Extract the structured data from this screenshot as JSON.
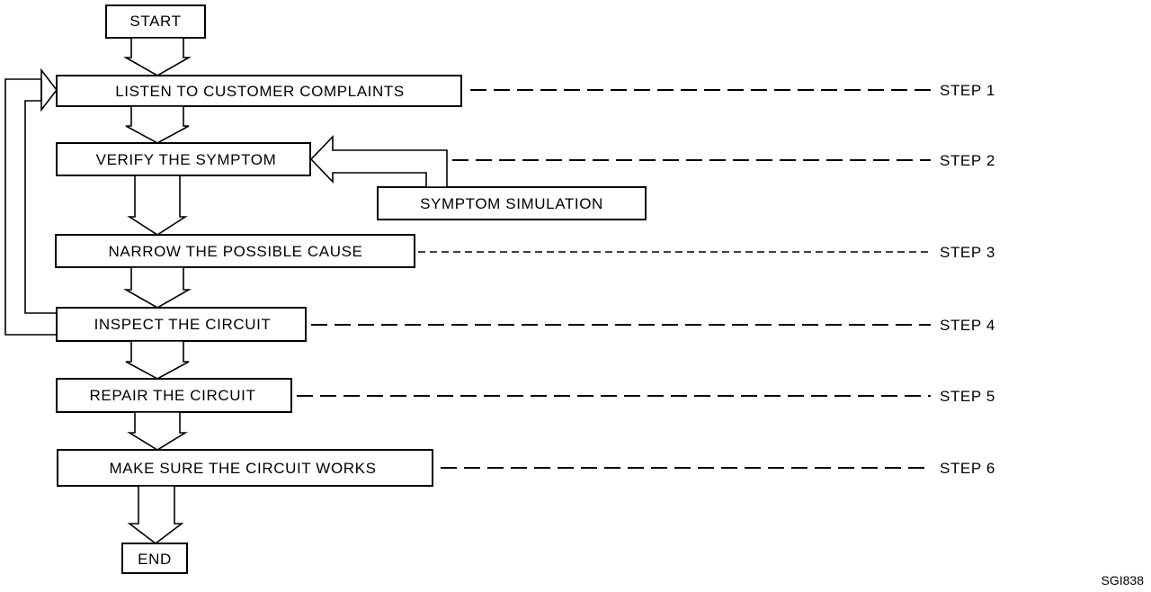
{
  "flowchart": {
    "start": "START",
    "end": "END",
    "boxes": {
      "listen": "LISTEN TO CUSTOMER COMPLAINTS",
      "verify": "VERIFY THE SYMPTOM",
      "simulation": "SYMPTOM SIMULATION",
      "narrow": "NARROW THE POSSIBLE CAUSE",
      "inspect": "INSPECT THE CIRCUIT",
      "repair": "REPAIR THE CIRCUIT",
      "works": "MAKE SURE THE CIRCUIT WORKS"
    },
    "steps": {
      "step1": "STEP 1",
      "step2": "STEP 2",
      "step3": "STEP 3",
      "step4": "STEP 4",
      "step5": "STEP 5",
      "step6": "STEP 6"
    }
  },
  "figure_code": "SGI838"
}
